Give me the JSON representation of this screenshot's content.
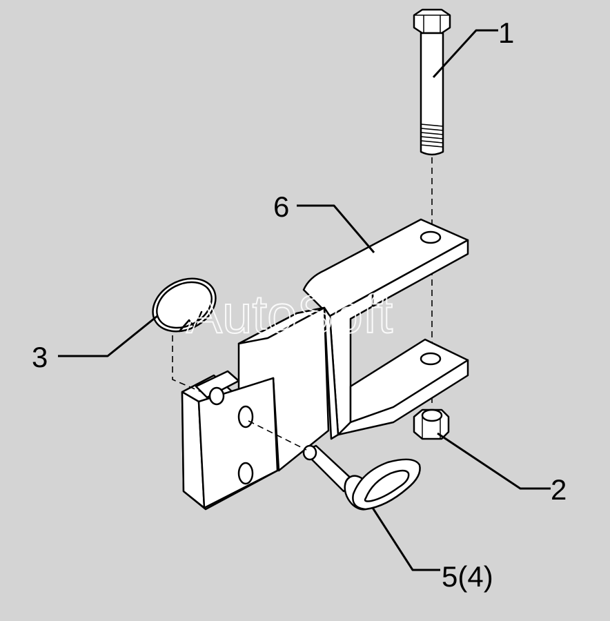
{
  "watermark": "AutoSoft",
  "callouts": {
    "c1": "1",
    "c2": "2",
    "c3": "3",
    "c4": "5(4)",
    "c6": "6"
  },
  "colors": {
    "background": "#d4d4d4",
    "part_fill": "#ffffff",
    "ink": "#000000"
  }
}
